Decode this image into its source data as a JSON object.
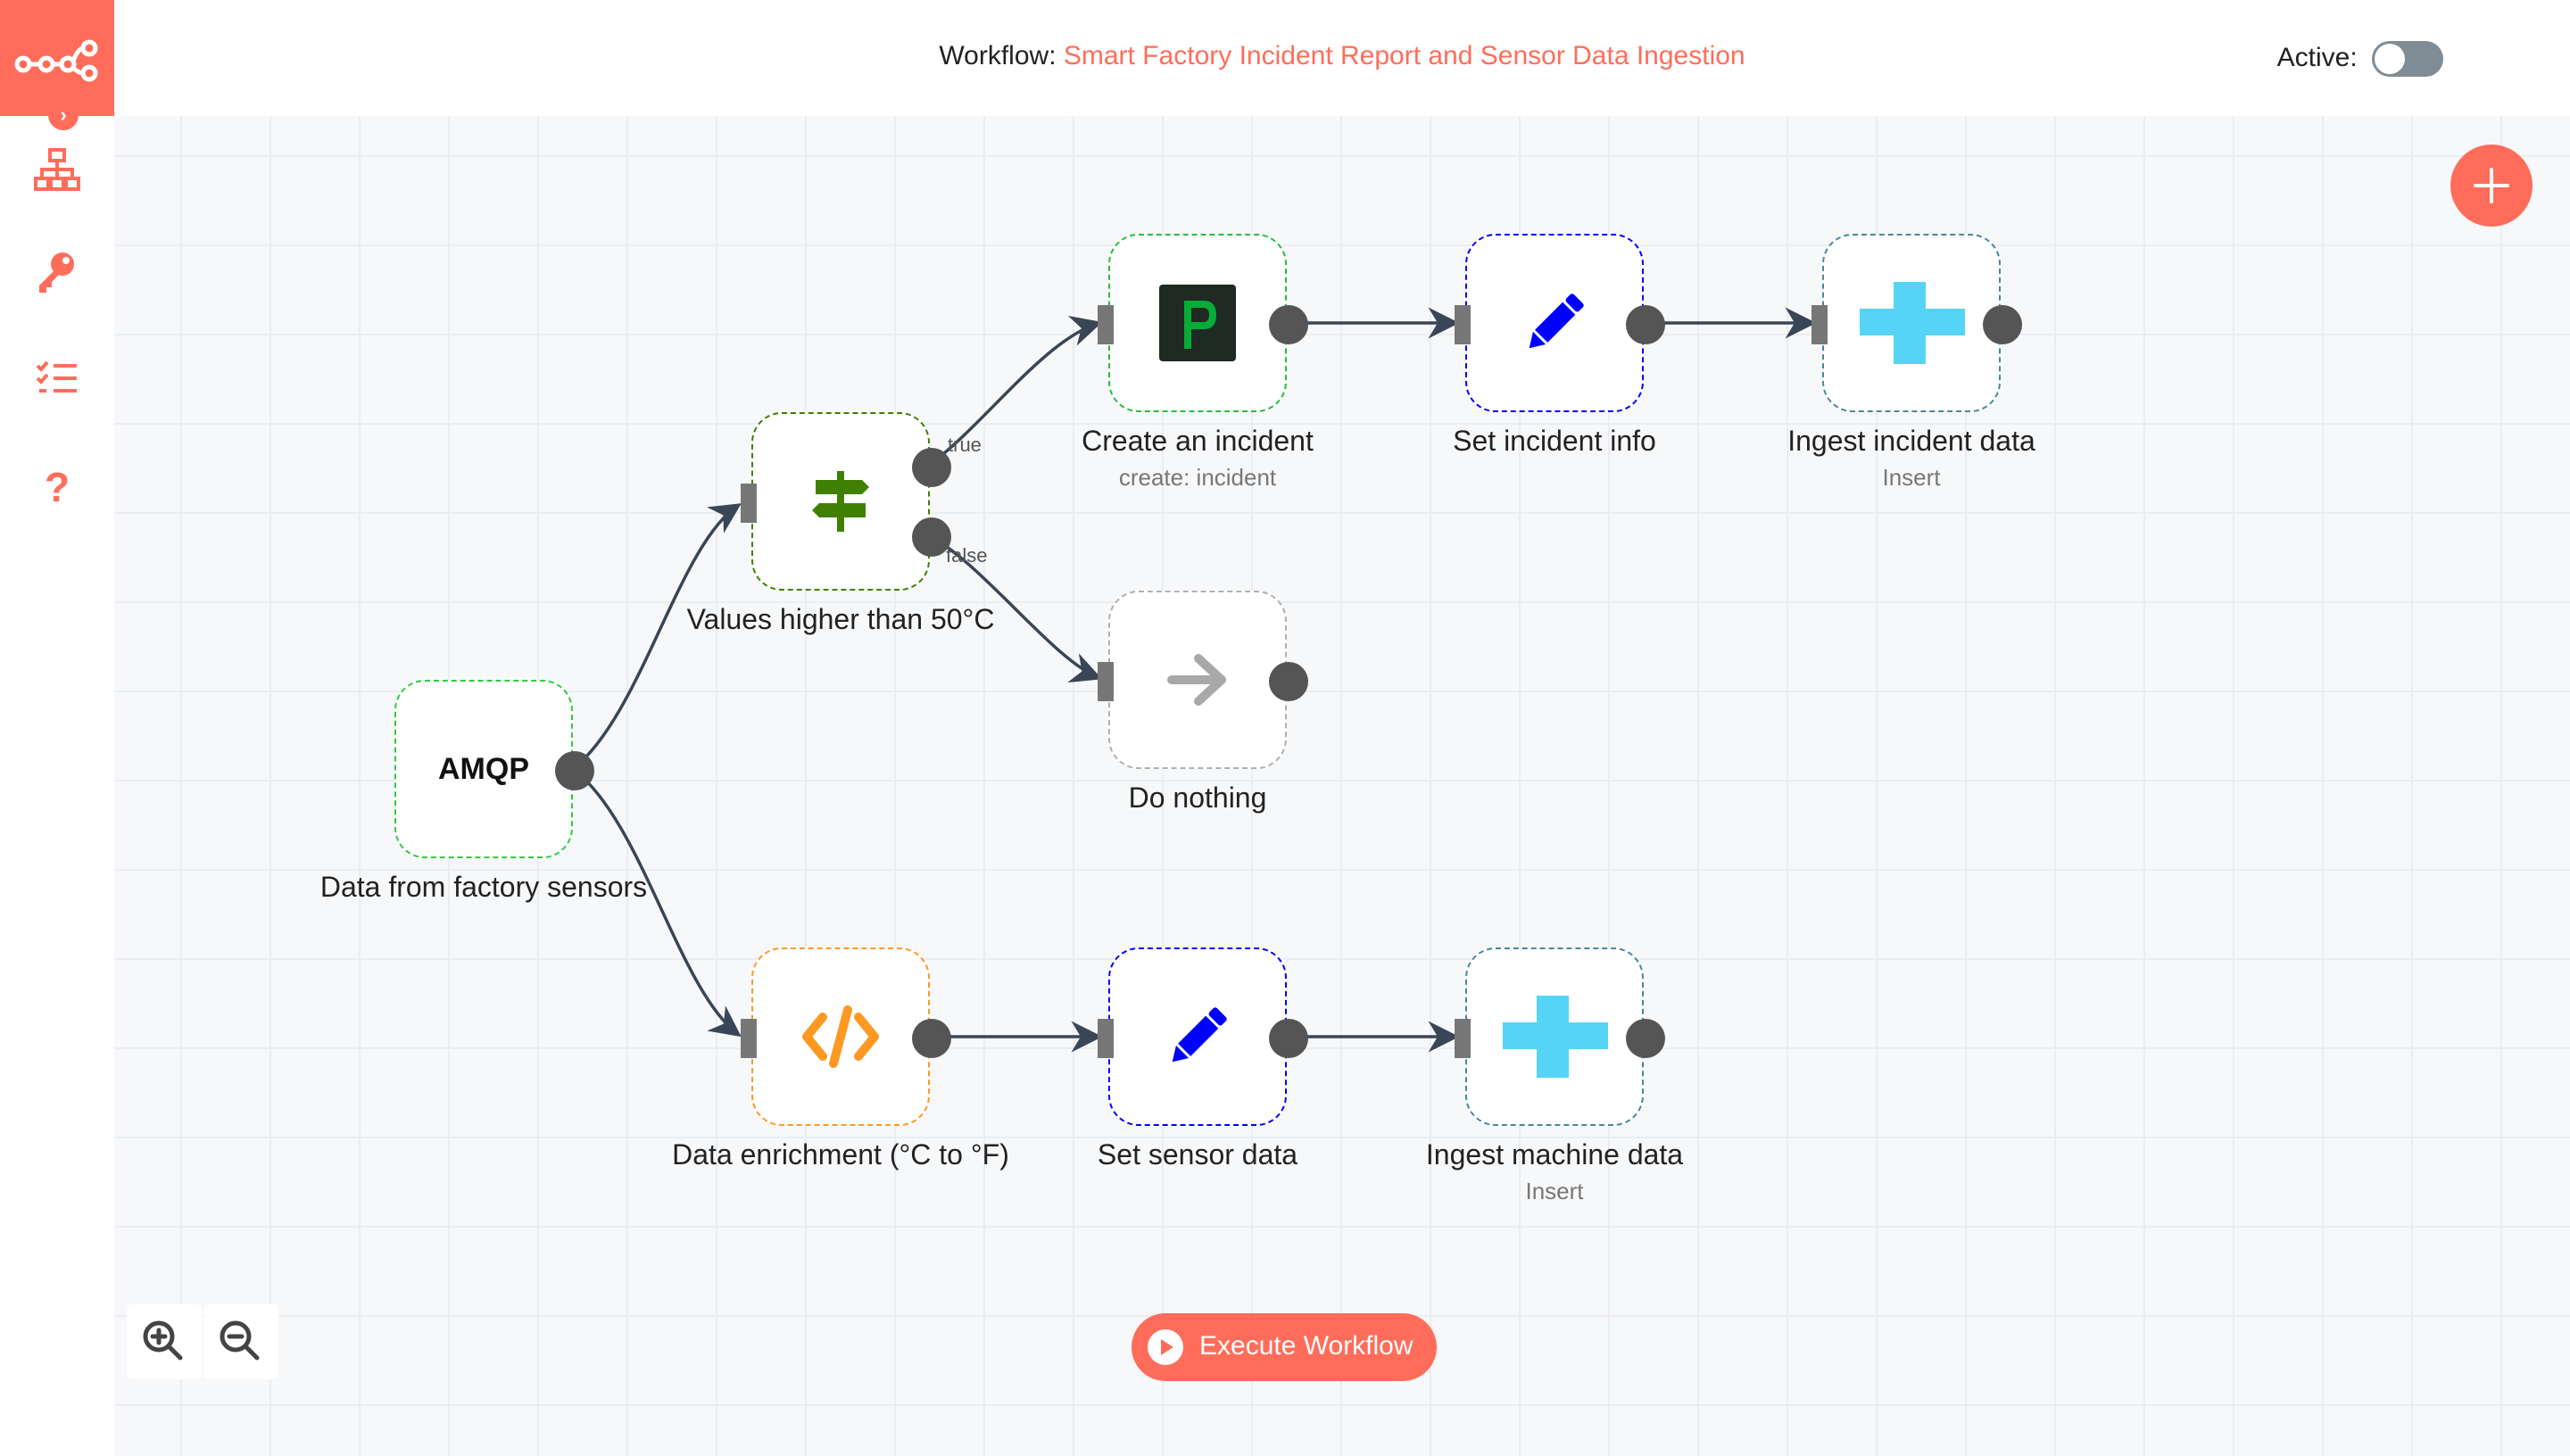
{
  "header": {
    "workflow_prefix": "Workflow:",
    "workflow_name": "Smart Factory Incident Report and Sensor Data Ingestion",
    "active_label": "Active:",
    "active_state": false
  },
  "sidebar": {
    "items": [
      {
        "icon": "expand-chevron-icon"
      },
      {
        "icon": "workflows-network-icon"
      },
      {
        "icon": "key-icon"
      },
      {
        "icon": "checklist-icon"
      },
      {
        "icon": "question-mark-icon"
      }
    ]
  },
  "nodes": {
    "amqp": {
      "label": "Data from factory sensors",
      "icon": "amqp-logo-icon",
      "icon_text": "AMQP",
      "accent": "#2ecc40"
    },
    "if": {
      "label": "Values higher than 50°C",
      "icon": "signpost-icon",
      "accent": "#408000",
      "true_label": "true",
      "false_label": "false"
    },
    "pagerduty": {
      "label": "Create an incident",
      "subtitle": "create: incident",
      "icon": "pagerduty-icon",
      "accent": "#24bf40"
    },
    "set_incident": {
      "label": "Set incident info",
      "icon": "pen-icon",
      "accent": "#0000ff"
    },
    "crate_incident": {
      "label": "Ingest incident data",
      "subtitle": "Insert",
      "icon": "cratedb-plus-icon",
      "accent": "#47889f"
    },
    "noop": {
      "label": "Do nothing",
      "icon": "arrow-right-icon",
      "accent": "#b0b0b0"
    },
    "function": {
      "label": "Data enrichment (°C to °F)",
      "icon": "code-icon",
      "accent": "#ff9922"
    },
    "set_sensor": {
      "label": "Set sensor data",
      "icon": "pen-icon",
      "accent": "#0000ff"
    },
    "crate_machine": {
      "label": "Ingest machine data",
      "subtitle": "Insert",
      "icon": "cratedb-plus-icon",
      "accent": "#47889f"
    }
  },
  "controls": {
    "execute_label": "Execute Workflow",
    "add_node_icon": "plus-icon",
    "zoom_in_icon": "zoom-in-icon",
    "zoom_out_icon": "zoom-out-icon"
  },
  "colors": {
    "brand": "#ff6d5a",
    "edge": "#3a4556",
    "port": "#555555"
  }
}
